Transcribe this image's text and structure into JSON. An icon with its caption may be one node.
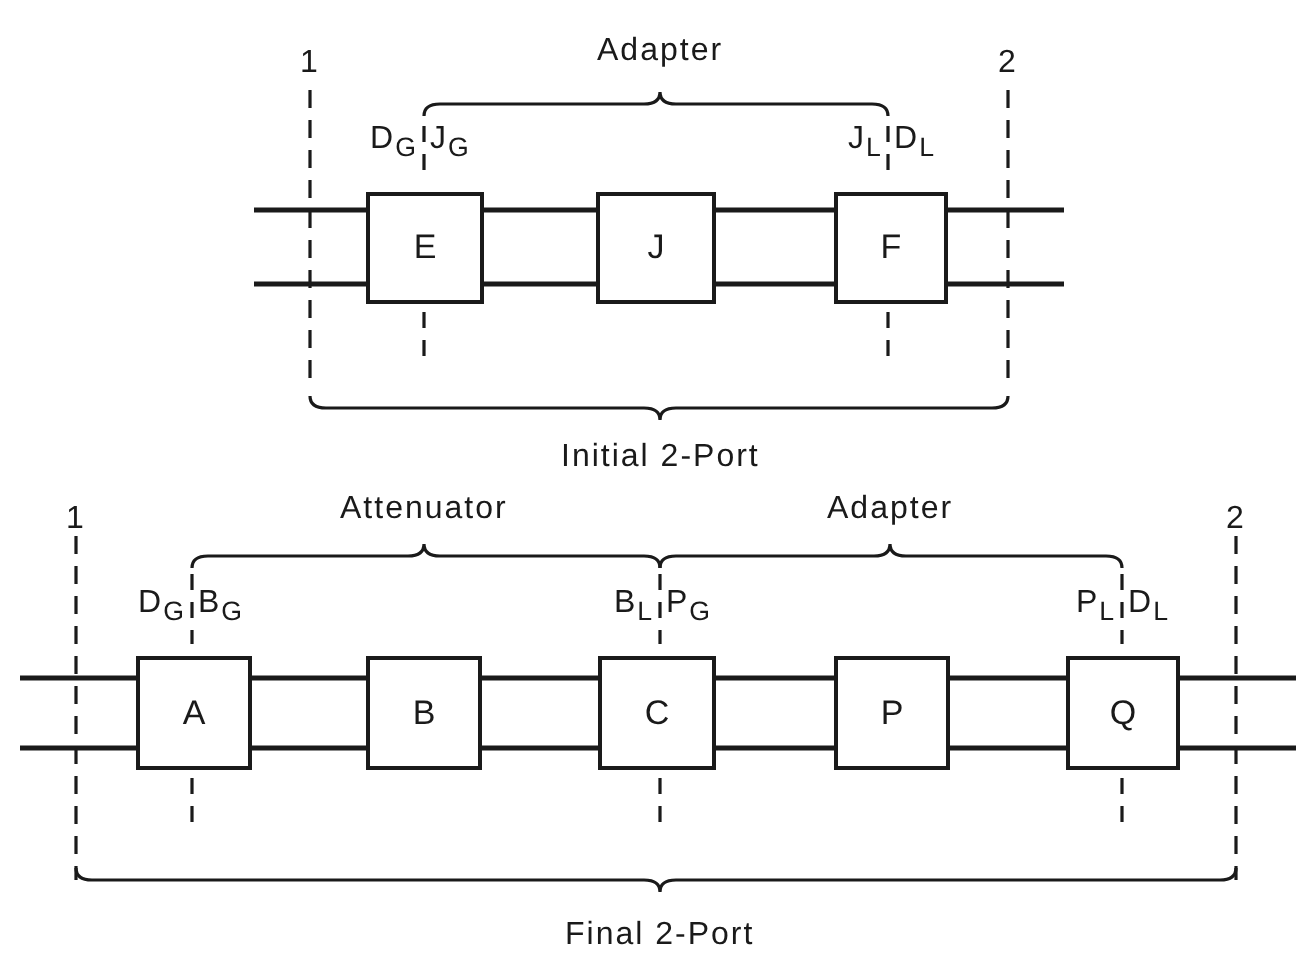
{
  "diagram": {
    "nodes": [
      {
        "text": [
          "E"
        ]
      },
      {
        "text": [
          "J"
        ]
      },
      {
        "text": [
          "F"
        ]
      },
      {
        "text": [
          "A"
        ]
      },
      {
        "text": [
          "B"
        ]
      },
      {
        "text": [
          "C"
        ]
      },
      {
        "text": [
          "P"
        ]
      },
      {
        "text": [
          "Q"
        ]
      }
    ],
    "edges": [
      {
        "from": null,
        "to": 0,
        "arrow": "none"
      },
      {
        "from": 0,
        "to": 1,
        "arrow": "none"
      },
      {
        "from": 1,
        "to": 2,
        "arrow": "none"
      },
      {
        "from": 2,
        "to": null,
        "arrow": "none"
      },
      {
        "from": null,
        "to": 3,
        "arrow": "none"
      },
      {
        "from": 3,
        "to": 4,
        "arrow": "none"
      },
      {
        "from": 4,
        "to": 5,
        "arrow": "none"
      },
      {
        "from": 5,
        "to": 6,
        "arrow": "none"
      },
      {
        "from": 6,
        "to": 7,
        "arrow": "none"
      },
      {
        "from": 7,
        "to": null,
        "arrow": "none"
      }
    ],
    "labels": [
      "1",
      "Adapter",
      "2",
      "D$_{G}$",
      "J$_{G}$",
      "J$_{L}$",
      "D$_{L}$",
      "Initial 2-Port",
      "1",
      "Attenuator",
      "Adapter",
      "2",
      "D$_{G}$",
      "B$_{G}$",
      "B$_{L}$",
      "P$_{G}$",
      "P$_{L}$",
      "D$_{L}$",
      "Final 2-Port"
    ]
  }
}
